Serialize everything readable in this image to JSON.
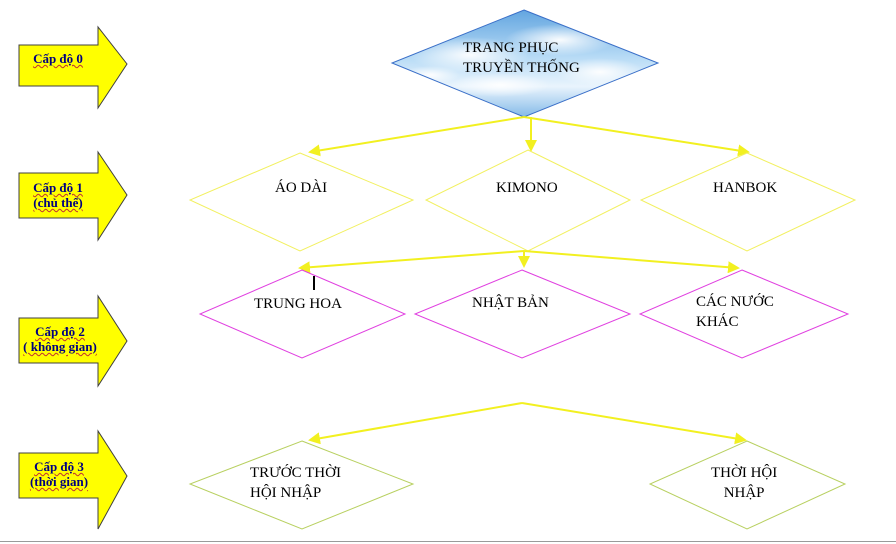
{
  "levels": [
    {
      "line1": "Cấp độ 0",
      "line2": ""
    },
    {
      "line1": "Cấp độ 1",
      "line2": "(chủ thể)"
    },
    {
      "line1": "Cấp độ 2",
      "line2": "( không gian)"
    },
    {
      "line1": "Cấp độ 3",
      "line2": "(thời gian)"
    }
  ],
  "root": {
    "line1": "TRANG PHỤC",
    "line2": "TRUYỀN THỐNG"
  },
  "level1": [
    {
      "line1": "ÁO DÀI",
      "line2": ""
    },
    {
      "line1": "KIMONO",
      "line2": ""
    },
    {
      "line1": "HANBOK",
      "line2": ""
    }
  ],
  "level2": [
    {
      "line1": "TRUNG HOA",
      "line2": ""
    },
    {
      "line1": "NHẬT BẢN",
      "line2": ""
    },
    {
      "line1": "CÁC NƯỚC",
      "line2": "KHÁC"
    }
  ],
  "level3": [
    {
      "line1": "TRƯỚC THỜI",
      "line2": "HỘI NHẬP"
    },
    {
      "line1": "THỜI HỘI",
      "line2": "NHẬP"
    }
  ],
  "colors": {
    "arrow_fill": "#ffff00",
    "arrow_stroke": "#404040",
    "level_text": "#000080",
    "root_sky": "#8fc4ec",
    "root_border": "#3a6fc8",
    "level1_border": "#f2f060",
    "level2_border": "#e040e0",
    "level3_border": "#b8d060",
    "connector": "#f2f020"
  }
}
